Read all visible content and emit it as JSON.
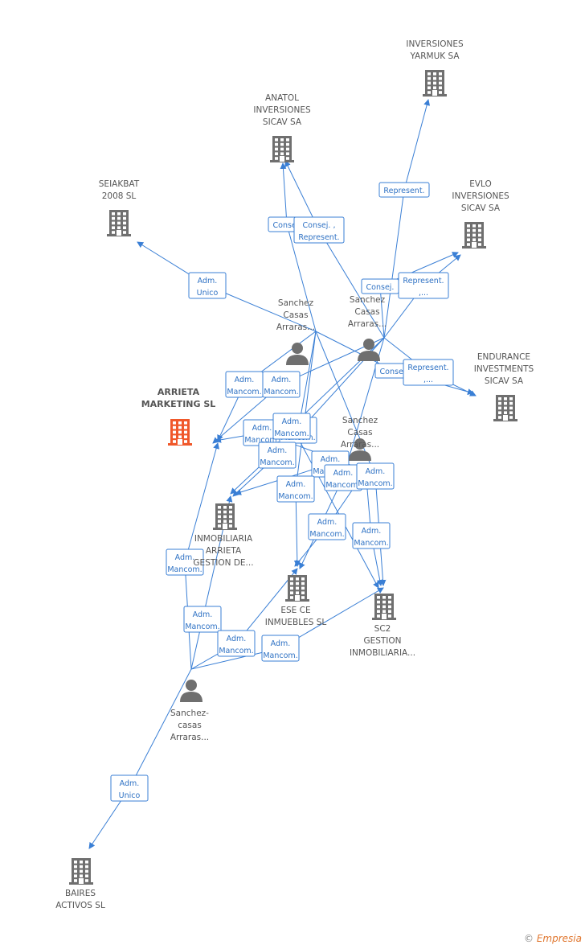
{
  "colors": {
    "edge": "#3a7fd5",
    "node": "#6f6f6f",
    "focus": "#f0582a"
  },
  "nodes": [
    {
      "id": "yarmuk",
      "type": "company",
      "label": [
        "INVERSIONES",
        "YARMUK SA"
      ],
      "icon": "building-icon"
    },
    {
      "id": "anatol",
      "type": "company",
      "label": [
        "ANATOL",
        "INVERSIONES",
        "SICAV SA"
      ],
      "icon": "building-icon"
    },
    {
      "id": "seiakbat",
      "type": "company",
      "label": [
        "SEIAKBAT",
        "2008 SL"
      ],
      "icon": "building-icon"
    },
    {
      "id": "evlo",
      "type": "company",
      "label": [
        "EVLO",
        "INVERSIONES",
        "SICAV SA"
      ],
      "icon": "building-icon"
    },
    {
      "id": "endurance",
      "type": "company",
      "label": [
        "ENDURANCE",
        "INVESTMENTS",
        "SICAV SA"
      ],
      "icon": "building-icon"
    },
    {
      "id": "arrieta",
      "type": "company",
      "focus": true,
      "label": [
        "ARRIETA",
        "MARKETING SL"
      ],
      "icon": "building-icon"
    },
    {
      "id": "inmobiliaria",
      "type": "company",
      "label": [
        "INMOBILIARIA",
        "ARRIETA",
        "GESTION DE..."
      ],
      "icon": "building-icon"
    },
    {
      "id": "esece",
      "type": "company",
      "label": [
        "ESE CE",
        "INMUEBLES SL"
      ],
      "icon": "building-icon"
    },
    {
      "id": "sc2",
      "type": "company",
      "label": [
        "SC2",
        "GESTION",
        "INMOBILIARIA..."
      ],
      "icon": "building-icon"
    },
    {
      "id": "baires",
      "type": "company",
      "label": [
        "BAIRES",
        "ACTIVOS SL"
      ],
      "icon": "building-icon"
    },
    {
      "id": "p1",
      "type": "person",
      "label": [
        "Sanchez",
        "Casas",
        "Arraras..."
      ],
      "icon": "person-icon"
    },
    {
      "id": "p2",
      "type": "person",
      "label": [
        "Sanchez",
        "Casas",
        "Arraras..."
      ],
      "icon": "person-icon"
    },
    {
      "id": "p3",
      "type": "person",
      "label": [
        "Sanchez",
        "Casas",
        "Arraras..."
      ],
      "icon": "person-icon"
    },
    {
      "id": "p4",
      "type": "person",
      "label": [
        "Sanchez-",
        "casas",
        "Arraras..."
      ],
      "icon": "person-icon"
    }
  ],
  "edges": [
    {
      "from": "p2",
      "to": "yarmuk",
      "label": [
        "Represent."
      ]
    },
    {
      "from": "p1",
      "to": "anatol",
      "label": [
        "Consej."
      ]
    },
    {
      "from": "p2",
      "to": "anatol",
      "label": [
        "Consej. ,",
        "Represent."
      ]
    },
    {
      "from": "p1",
      "to": "seiakbat",
      "label": [
        "Adm.",
        "Unico"
      ]
    },
    {
      "from": "p2",
      "to": "evlo",
      "label": [
        "Consej."
      ]
    },
    {
      "from": "p2",
      "to": "evlo",
      "label": [
        "Represent.",
        ",..."
      ]
    },
    {
      "from": "p1",
      "to": "endurance",
      "label": [
        "Consej."
      ]
    },
    {
      "from": "p2",
      "to": "endurance",
      "label": [
        "Represent.",
        ",..."
      ]
    },
    {
      "from": "p1",
      "to": "arrieta",
      "label": [
        "Adm.",
        "Mancom."
      ]
    },
    {
      "from": "p2",
      "to": "arrieta",
      "label": [
        "Adm.",
        "Mancom."
      ]
    },
    {
      "from": "p3",
      "to": "arrieta",
      "label": [
        "Adm.",
        "Mancom."
      ]
    },
    {
      "from": "p4",
      "to": "arrieta",
      "label": [
        "Adm.",
        "Mancom."
      ]
    },
    {
      "from": "p1",
      "to": "inmobiliaria",
      "label": [
        "Adm.",
        "Mancom."
      ]
    },
    {
      "from": "p2",
      "to": "inmobiliaria",
      "label": [
        "Adm.",
        "Mancom."
      ]
    },
    {
      "from": "p3",
      "to": "inmobiliaria",
      "label": [
        "Adm.",
        "Mancom."
      ]
    },
    {
      "from": "p4",
      "to": "inmobiliaria",
      "label": [
        "Adm.",
        "Mancom."
      ]
    },
    {
      "from": "p1",
      "to": "esece",
      "label": [
        "Adm.",
        "Mancom."
      ]
    },
    {
      "from": "p2",
      "to": "esece",
      "label": [
        "Adm.",
        "Mancom."
      ]
    },
    {
      "from": "p3",
      "to": "esece",
      "label": [
        "Adm.",
        "Mancom."
      ]
    },
    {
      "from": "p4",
      "to": "esece",
      "label": [
        "Adm.",
        "Mancom."
      ]
    },
    {
      "from": "p1",
      "to": "sc2",
      "label": [
        "Adm.",
        "Mancom."
      ]
    },
    {
      "from": "p2",
      "to": "sc2",
      "label": [
        "Adm.",
        "Mancom."
      ]
    },
    {
      "from": "p3",
      "to": "sc2",
      "label": [
        "Adm.",
        "Mancom."
      ]
    },
    {
      "from": "p4",
      "to": "sc2",
      "label": [
        "Adm.",
        "Mancom."
      ]
    },
    {
      "from": "p4",
      "to": "baires",
      "label": [
        "Adm.",
        "Unico"
      ]
    }
  ],
  "credit": {
    "symbol": "©",
    "brand": "Empresia"
  }
}
